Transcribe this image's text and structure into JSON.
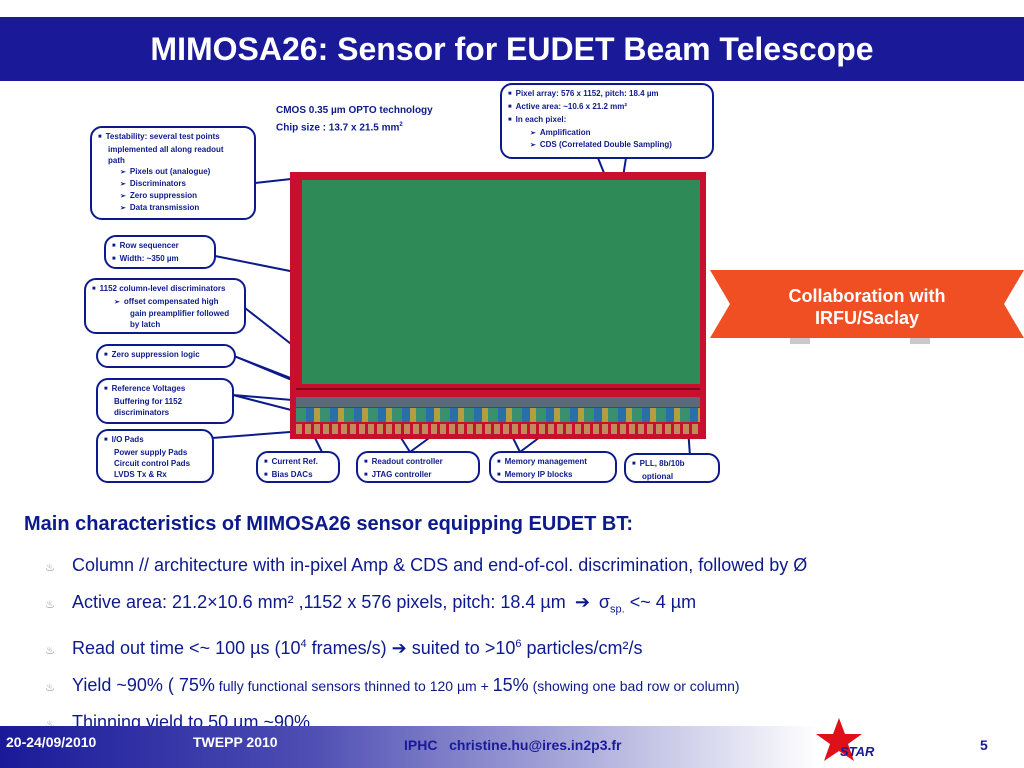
{
  "slide_title": "MIMOSA26: Sensor for EUDET Beam Telescope",
  "chip_labels": {
    "technology": "CMOS 0.35 µm OPTO technology",
    "chip_size": "Chip size : 13.7 x 21.5 mm",
    "chip_size_sup": "2"
  },
  "callouts": {
    "pixel_array": {
      "items": [
        "Pixel array: 576 x 1152, pitch: 18.4 µm",
        "Active area: ~10.6 x 21.2 mm²",
        "In each pixel:"
      ],
      "subitems": [
        "Amplification",
        "CDS (Correlated Double Sampling)"
      ]
    },
    "testability": {
      "item_line1": "Testability: several test points",
      "item_line2": "implemented all along readout",
      "item_line3": "path",
      "subitems": [
        "Pixels out (analogue)",
        "Discriminators",
        "Zero suppression",
        "Data transmission"
      ]
    },
    "row_sequencer": {
      "items": [
        "Row sequencer",
        "Width: ~350 µm"
      ]
    },
    "discriminators": {
      "item": "1152 column-level discriminators",
      "sub_line1": "offset compensated high",
      "sub_line2": "gain preamplifier followed",
      "sub_line3": "by latch"
    },
    "zero_suppression": {
      "item": "Zero suppression logic"
    },
    "reference_voltages": {
      "line1": "Reference Voltages",
      "line2": "Buffering for 1152",
      "line3": "discriminators"
    },
    "io_pads": {
      "line1": "I/O Pads",
      "line2": "Power supply Pads",
      "line3": "Circuit control Pads",
      "line4": "LVDS Tx & Rx"
    },
    "current_ref": {
      "items": [
        "Current Ref.",
        "Bias DACs"
      ]
    },
    "readout": {
      "items": [
        "Readout controller",
        "JTAG controller"
      ]
    },
    "memory": {
      "items": [
        "Memory management",
        "Memory IP blocks"
      ]
    },
    "pll": {
      "line1": "PLL, 8b/10b",
      "line2": "optional"
    }
  },
  "collaboration": {
    "line1": "Collaboration with",
    "line2": "IRFU/Saclay"
  },
  "main": {
    "heading": "Main characteristics of MIMOSA26 sensor equipping EUDET BT:",
    "b1": "Column // architecture with in-pixel Amp & CDS and end-of-col. discrimination, followed by Ø",
    "b2_a": "Active area: 21.2×10.6 mm² ,1152 x 576 pixels, pitch: 18.4 µm",
    "b2_sigma": "σ",
    "b2_sub": "sp.",
    "b2_b": " <~ 4 µm",
    "b3_a": "Read out time <~ 100 µs (10",
    "b3_sup1": "4",
    "b3_b": " frames/s)",
    "b3_c": " suited to >10",
    "b3_sup2": "6",
    "b3_d": " particles/cm²/s",
    "b4_a": "Yield ~90% ( 75%",
    "b4_b": " fully functional sensors thinned to 120 µm + ",
    "b4_c": "15%",
    "b4_d": " (showing one bad row or column)",
    "b5": "Thinning yield to 50 µm ~90%"
  },
  "footer": {
    "date": "20-24/09/2010",
    "conference": "TWEPP 2010",
    "institute": "IPHC",
    "email": "christine.hu@ires.in2p3.fr",
    "logo_text": "STAR",
    "page": "5"
  },
  "colors": {
    "title_bg": "#1a1a99",
    "text_blue": "#0d1a8c",
    "chip_red": "#c8102e",
    "chip_green": "#2e8b57",
    "banner_orange": "#f04e23"
  }
}
